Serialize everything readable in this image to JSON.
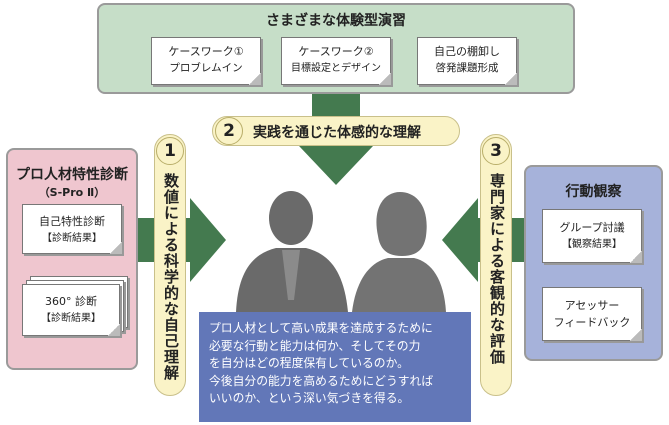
{
  "top": {
    "title": "さまざまな体験型演習",
    "cards": [
      {
        "line1": "ケースワーク①",
        "line2": "プロブレムイン"
      },
      {
        "line1": "ケースワーク②",
        "line2": "目標設定とデザイン"
      },
      {
        "line1": "自己の棚卸し",
        "line2": "啓発課題形成"
      }
    ]
  },
  "middle": {
    "number": "2",
    "label": "実践を通じた体感的な理解"
  },
  "left": {
    "title": "プロ人材特性診断",
    "subtitle": "（S-Pro Ⅱ）",
    "docs": [
      {
        "line1": "自己特性診断",
        "line2": "【診断結果】"
      },
      {
        "line1": "360° 診断",
        "line2": "【診断結果】"
      }
    ],
    "number": "1",
    "vertical_label": "数値による科学的な自己理解"
  },
  "right": {
    "title": "行動観察",
    "docs": [
      {
        "line1": "グループ討議",
        "line2": "【観察結果】"
      },
      {
        "line1": "アセッサー",
        "line2": "フィードバック"
      }
    ],
    "number": "3",
    "vertical_label": "専門家による客観的な評価"
  },
  "summary": [
    "プロ人材として高い成果を達成するために",
    "必要な行動と能力は何か、そしてその力",
    "を自分はどの程度保有しているのか。",
    "今後自分の能力を高めるためにどうすれば",
    "いいのか、という深い気づきを得る。"
  ],
  "colors": {
    "top_panel": "#c6dec8",
    "left_panel": "#efc6cf",
    "right_panel": "#a6b2da",
    "arrow": "#447a4f",
    "summary": "#6277b8",
    "pill": "#faf3c7"
  }
}
